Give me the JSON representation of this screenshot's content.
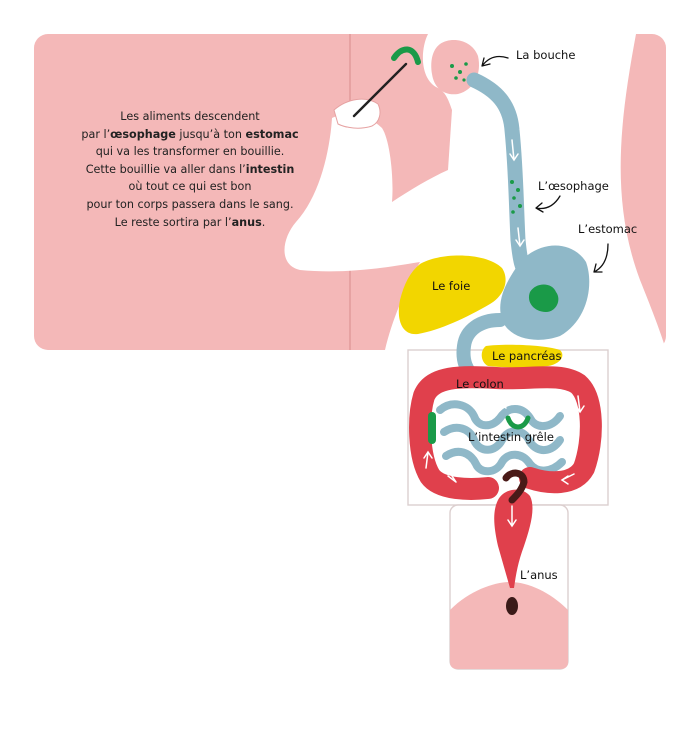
{
  "text": {
    "lines": [
      [
        "Les aliments descendent"
      ],
      [
        "par l’",
        {
          "b": "œsophage"
        },
        " jusqu’à ton ",
        {
          "b": "estomac"
        }
      ],
      [
        "qui va les transformer en bouillie."
      ],
      [
        "Cette bouillie va aller dans l’",
        {
          "b": "intestin"
        }
      ],
      [
        "où tout ce qui est bon"
      ],
      [
        "pour ton corps passera dans le sang."
      ],
      [
        "Le reste sortira par l’",
        {
          "b": "anus"
        },
        "."
      ]
    ]
  },
  "labels": {
    "bouche": "La bouche",
    "oesophage": "L’œsophage",
    "estomac": "L’estomac",
    "foie": "Le foie",
    "pancreas": "Le pancréas",
    "colon": "Le colon",
    "intestin_grele": "L’intestin grêle",
    "anus": "L’anus"
  },
  "colors": {
    "skin": "#f4b8b8",
    "tube": "#8fb8c8",
    "liver": "#f2d600",
    "colon": "#e0404c",
    "food": "#1a9a48",
    "body": "#ffffff"
  }
}
